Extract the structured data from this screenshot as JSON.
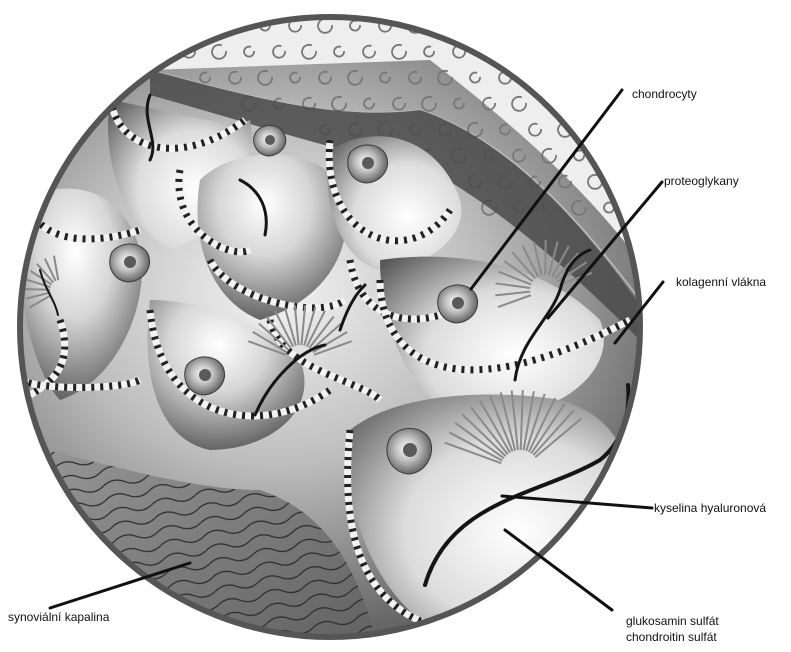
{
  "labels": {
    "chondrocyty": "chondrocyty",
    "proteoglykany": "proteoglykany",
    "kolagenni_vlakna": "kolagenní vlákna",
    "kyselina_hyaluronova": "kyselina hyaluronová",
    "glukosamin_sulfat": "glukosamin sulfát",
    "chondroitin_sulfat": "chondroitin sulfát",
    "synovialni_kapalina": "synoviální kapalina"
  },
  "colors": {
    "ink": "#111111",
    "bone_area": "#eeeeee",
    "matrix_dark": "#3a3a3a",
    "matrix_light": "#f5f5f5",
    "fiber_hatch": "#222222"
  },
  "icons": {
    "cell": "chondrocyte-cell-icon",
    "pores": "bone-pore-icon"
  }
}
